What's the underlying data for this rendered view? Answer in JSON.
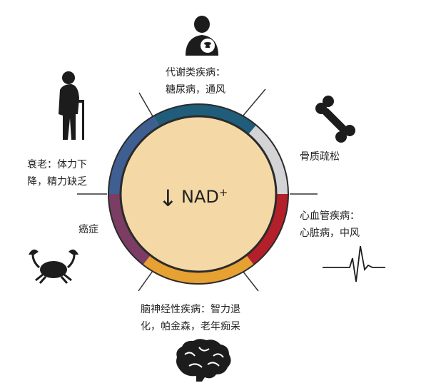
{
  "center": {
    "arrow_symbol": "↓",
    "label": "NAD",
    "superscript": "+"
  },
  "segments": [
    {
      "key": "metabolic",
      "lines": [
        "代谢类疾病：",
        "糖尿病，通风"
      ],
      "color": "#1f5d7a",
      "icon": "doctor-icon"
    },
    {
      "key": "bone",
      "lines": [
        "骨质疏松"
      ],
      "color": "#d4d4d6",
      "icon": "bone-icon"
    },
    {
      "key": "cardio",
      "lines": [
        "心血管疾病：",
        "心脏病，中风"
      ],
      "color": "#b3202a",
      "icon": "heartbeat-icon"
    },
    {
      "key": "neuro",
      "lines": [
        "脑神经性疾病：智力退",
        "化，帕金森，老年痴呆"
      ],
      "color": "#e6a132",
      "icon": "brain-icon"
    },
    {
      "key": "cancer",
      "lines": [
        "癌症"
      ],
      "color": "#7b3d64",
      "icon": "crab-icon"
    },
    {
      "key": "aging",
      "lines": [
        "衰老：体力下",
        "降，精力缺乏"
      ],
      "color": "#3f5f92",
      "icon": "elderly-person-icon"
    }
  ],
  "colors": {
    "inner_fill": "#f4d9a6",
    "inner_stroke": "#2b2b2b",
    "divider": "#333333"
  }
}
